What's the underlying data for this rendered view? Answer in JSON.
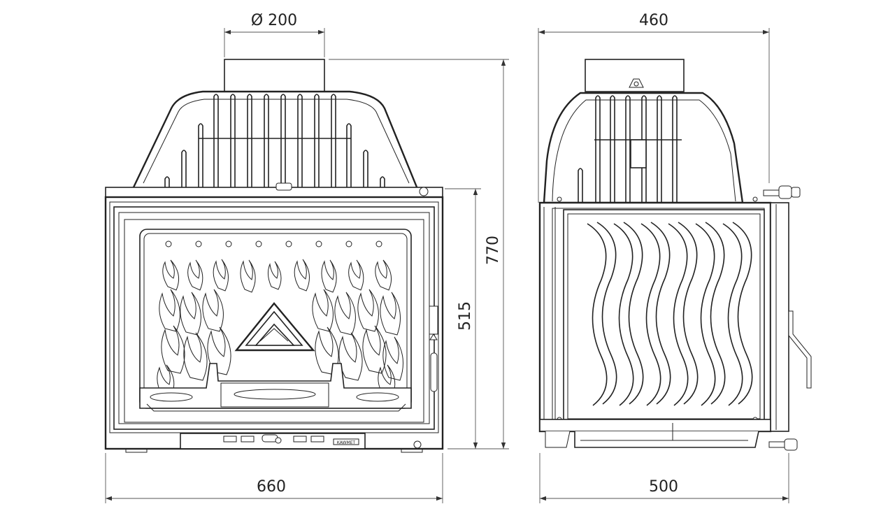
{
  "dimensions": {
    "flue_diameter": "Ø 200",
    "front_width": "660",
    "total_height": "770",
    "body_height": "515",
    "side_top_depth": "460",
    "side_depth": "500"
  },
  "logo_plate": "KAWMET"
}
